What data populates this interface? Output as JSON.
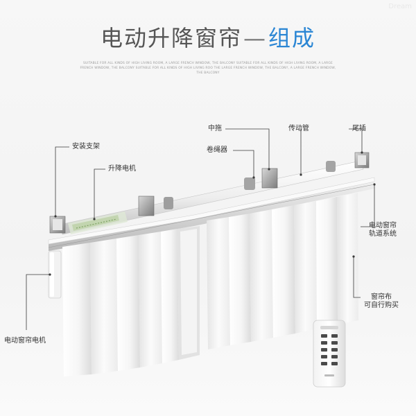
{
  "title": {
    "main": "电动升降窗帘",
    "dash": "—",
    "highlight": "组成"
  },
  "subtitle": "SUITABLE FOR ALL KINDS OF HIGH LIVING ROOM, A LARGE FRENCH WINDOW, THE BALCONY SUITABLE FOR ALL KINDS OF HIGH LIVING ROOM, A LARGE FRENCH WINDOW, THE BALCONY SUITABLE FOR ALL KINDS OF HIGH LIVING ROO THE LARGE FRENCH WINDOW, THE BALCONY, A LARGE FRENCH WINDOW, THE BALCONY",
  "watermark": "Dream",
  "labels": {
    "mount_bracket": "安装支架",
    "lift_motor": "升降电机",
    "middle_support": "中拖",
    "rope_winder": "卷绳器",
    "drive_tube": "传动管",
    "end_plug": "尾插",
    "track_system": [
      "电动窗帘",
      "轨道系统"
    ],
    "curtain_fabric": [
      "窗帘布",
      "可自行购买"
    ],
    "curtain_motor": "电动窗帘电机"
  },
  "colors": {
    "title": "#555555",
    "highlight": "#2b86d4",
    "leader_line": "#3a3a3a"
  }
}
